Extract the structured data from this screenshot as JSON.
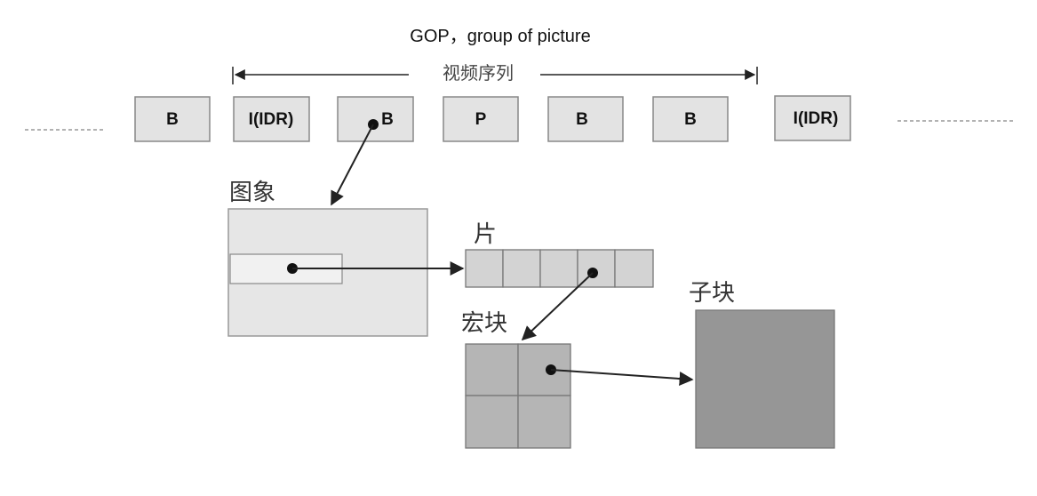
{
  "title": "GOP，group of picture",
  "sequence_label": "视频序列",
  "frames": [
    {
      "label": "B"
    },
    {
      "label": "I(IDR)"
    },
    {
      "label": "B"
    },
    {
      "label": "P"
    },
    {
      "label": "B"
    },
    {
      "label": "B"
    },
    {
      "label": "I(IDR)"
    }
  ],
  "labels": {
    "picture": "图象",
    "slice": "片",
    "macroblock": "宏块",
    "subblock": "子块"
  },
  "colors": {
    "frame_fill": "#e3e3e3",
    "picture_fill": "#e6e6e6",
    "slice_fill": "#d3d3d3",
    "macroblock_fill": "#b5b5b5",
    "subblock_fill": "#969696",
    "line": "#222222"
  }
}
